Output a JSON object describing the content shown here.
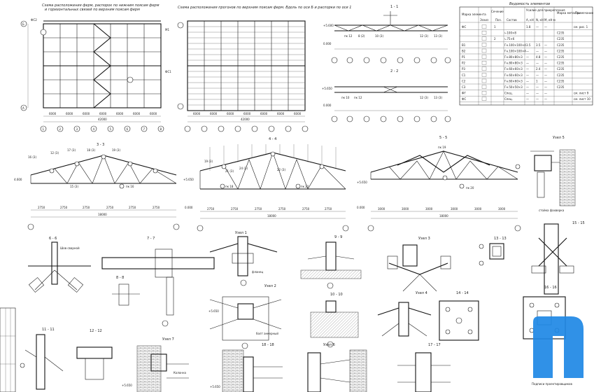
{
  "plan1": {
    "title1": "Схема расположения ферм, распорок по нижним поясам ферм",
    "title2": "и горизонтальных связей по верхним поясам ферм",
    "axes_x": [
      "1",
      "2",
      "3",
      "4",
      "5",
      "6",
      "7",
      "8"
    ],
    "axes_y": [
      "А",
      "Б"
    ],
    "spans": [
      "6000",
      "6000",
      "6000",
      "6000",
      "6000",
      "6000",
      "6000"
    ],
    "total": "42000",
    "callouts": [
      "ФС2",
      "ФС1",
      "М1"
    ]
  },
  "plan2": {
    "title": "Схема расположения прогонов по верхним поясам ферм. Вдоль по оси Б и распорки по оси 1",
    "spans": [
      "6000",
      "6000",
      "6000",
      "6000",
      "6000",
      "6000",
      "6000"
    ],
    "total": "42000"
  },
  "sec11": {
    "title": "1 - 1",
    "elev1": "+5.600",
    "elev2": "0.000",
    "labels": [
      "пк 12",
      "8 (2)",
      "10 (3)",
      "12 (3)",
      "13 (3)"
    ]
  },
  "sec22": {
    "title": "2 - 2",
    "elev1": "+5.650",
    "elev2": "0.000",
    "labels": [
      "пк 10",
      "пк 12",
      "12 (3)",
      "13 (3)"
    ]
  },
  "spec": {
    "title": "Ведомость элементов",
    "headers": [
      "Марка элемента",
      "Сечение",
      "Усилие для прикрепления",
      "Марка металла",
      "Примечание"
    ],
    "sub_headers": [
      "Эскиз",
      "Поз.",
      "Состав",
      "А, кН",
      "N, кН",
      "М, кН·м"
    ],
    "rows": [
      {
        "mark": "ФС",
        "pos": "1",
        "sect": "",
        "a": "1.8",
        "n": "—",
        "m": "—",
        "steel": "",
        "note": "см. рис. 1"
      },
      {
        "mark": "",
        "pos": "",
        "sect": "∟100×8",
        "a": "",
        "n": "",
        "m": "",
        "steel": "С235",
        "note": ""
      },
      {
        "mark": "",
        "pos": "2",
        "sect": "∟75×6",
        "a": "",
        "n": "",
        "m": "",
        "steel": "С235",
        "note": ""
      },
      {
        "mark": "В1",
        "pos": "",
        "sect": "Гн.100×100×4",
        "a": "3.5",
        "n": "3.5",
        "m": "—",
        "steel": "С235",
        "note": ""
      },
      {
        "mark": "В2",
        "pos": "",
        "sect": "Гн.100×100×4",
        "a": "—",
        "n": "—",
        "m": "—",
        "steel": "С235",
        "note": ""
      },
      {
        "mark": "Р1",
        "pos": "",
        "sect": "Гн.80×80×3",
        "a": "—",
        "n": "4.8",
        "m": "—",
        "steel": "С235",
        "note": ""
      },
      {
        "mark": "Р2",
        "pos": "",
        "sect": "Гн.80×80×3",
        "a": "—",
        "n": "—",
        "m": "—",
        "steel": "С235",
        "note": ""
      },
      {
        "mark": "Р3",
        "pos": "",
        "sect": "Гн.60×60×3",
        "a": "—",
        "n": "2.4",
        "m": "—",
        "steel": "С235",
        "note": ""
      },
      {
        "mark": "С1",
        "pos": "",
        "sect": "Гн.60×60×3",
        "a": "—",
        "n": "—",
        "m": "—",
        "steel": "С235",
        "note": ""
      },
      {
        "mark": "С2",
        "pos": "",
        "sect": "Гн.60×60×3",
        "a": "—",
        "n": "1",
        "m": "—",
        "steel": "С235",
        "note": ""
      },
      {
        "mark": "С3",
        "pos": "",
        "sect": "Гн.50×50×3",
        "a": "—",
        "n": "—",
        "m": "—",
        "steel": "С235",
        "note": ""
      },
      {
        "mark": "ФГ",
        "pos": "",
        "sect": "Спец.",
        "a": "—",
        "n": "—",
        "m": "—",
        "steel": "",
        "note": "см. лист 9"
      },
      {
        "mark": "ФС",
        "pos": "",
        "sect": "Спец.",
        "a": "—",
        "n": "—",
        "m": "—",
        "steel": "",
        "note": "см. лист 10"
      }
    ]
  },
  "sec33": {
    "title": "3 - 3",
    "elev": "4.600",
    "labels": [
      "16 (3)",
      "12 (3)",
      "17 (3)",
      "18 (3)",
      "19 (3)",
      "15 (3)",
      "пк 16"
    ],
    "spans": [
      "2750",
      "2750",
      "2750",
      "2750",
      "2750",
      "2750"
    ],
    "total": "18000"
  },
  "sec44": {
    "title": "4 - 4",
    "elev1": "+5.650",
    "elev2": "0.000",
    "labels": [
      "19 (3)",
      "21 (3)",
      "24 (3)",
      "22 (3)",
      "пк 22",
      "пк 18"
    ],
    "spans": [
      "2750",
      "2750",
      "2750",
      "2750",
      "2750",
      "2750"
    ],
    "total": "18000"
  },
  "sec55": {
    "title": "5 - 5",
    "elev1": "+5.650",
    "elev2": "0.000",
    "labels": [
      "пк 19",
      "пк 20"
    ],
    "spans": [
      "3000",
      "3000",
      "3000",
      "3000",
      "3000",
      "3000"
    ],
    "total": "18000"
  },
  "node5": {
    "title": "Узел 5",
    "note": "стойка фахверка"
  },
  "details": {
    "d66": "6 - 6",
    "d77": "7 - 7",
    "u1": "Узел 1",
    "d99": "9 - 9",
    "u3": "Узел 3",
    "d1313": "13 - 13",
    "d1515": "15 - 15",
    "d88": "8 - 8",
    "u2": "Узел 2",
    "d1010": "10 - 10",
    "u4": "Узел 4",
    "d1414": "14 - 14",
    "d1616": "16 - 16",
    "d1111": "11 - 11",
    "d1212": "12 - 12",
    "u7": "Узел 7",
    "d1818": "18 - 18",
    "u6": "Узел 6",
    "d1717": "17 - 17",
    "elev_a": "+5.650",
    "elev_b": "+5.650",
    "elev_c": "+5.650",
    "anchor": "болт анкерный",
    "weld1": "Шов сварной",
    "col": "Колонна",
    "flange": "фланец"
  },
  "stamp": {
    "footer": "Подписи проектировщиков"
  },
  "logo": {
    "color": "#1e88e5"
  }
}
